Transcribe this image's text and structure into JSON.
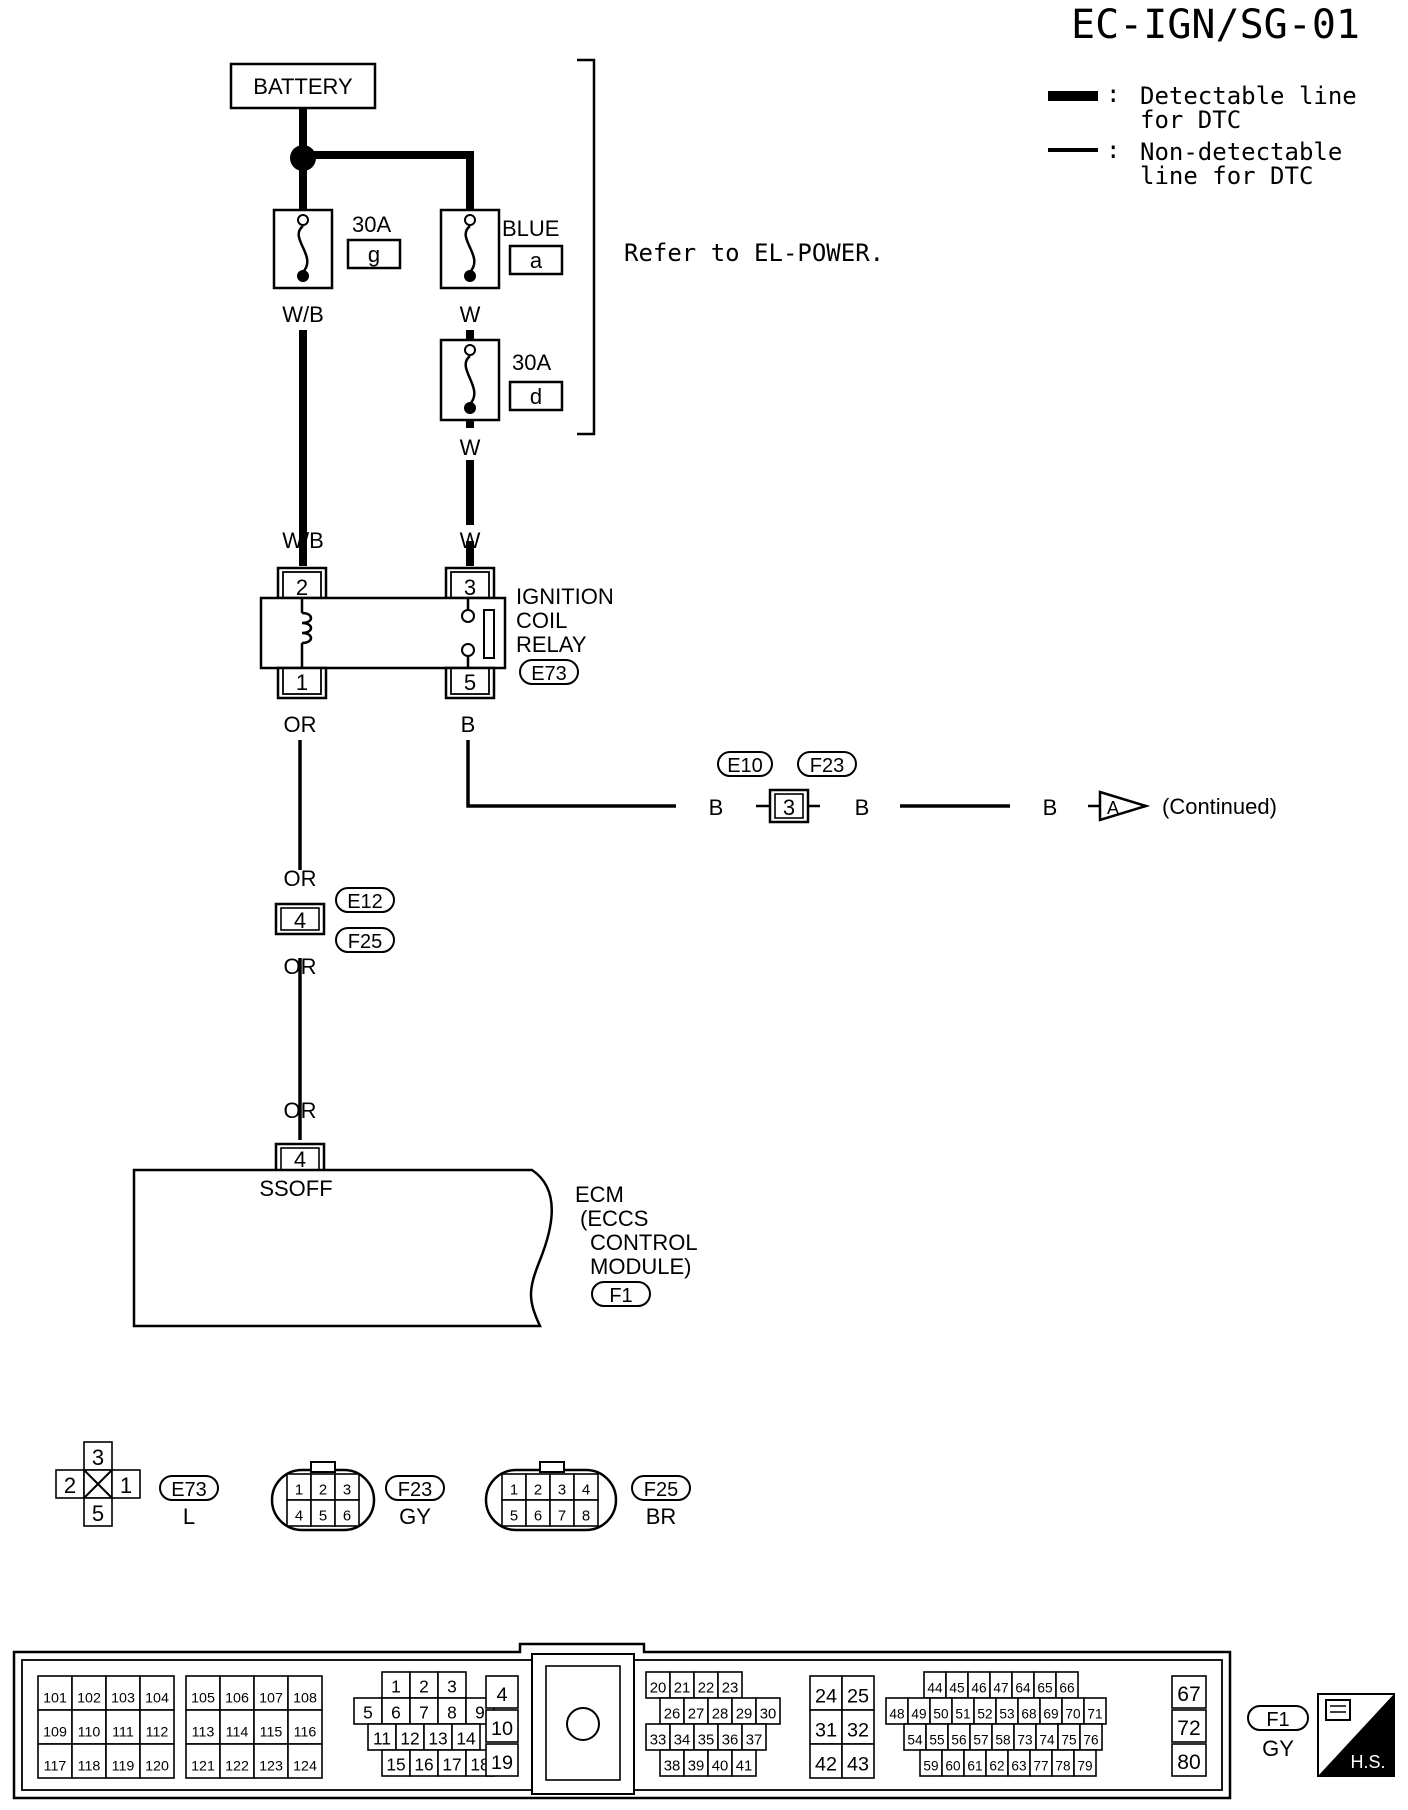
{
  "header": {
    "page_code": "EC-IGN/SG-01"
  },
  "legend": {
    "detectable": {
      "sep": ":",
      "line1": "Detectable line",
      "line2": "for DTC"
    },
    "non_detectable": {
      "sep": ":",
      "line1": "Non-detectable",
      "line2": "line for DTC"
    }
  },
  "battery": {
    "label": "BATTERY"
  },
  "refer_note": "Refer to EL-POWER.",
  "fuses": {
    "left": {
      "rating": "30A",
      "letter": "g"
    },
    "right_top": {
      "rating": "BLUE",
      "letter": "a"
    },
    "right_mid": {
      "rating": "30A",
      "letter": "d"
    }
  },
  "wire_colors": {
    "left_below_fuse": "W/B",
    "left_at_relay": "W/B",
    "right_below_fuse1": "W",
    "right_below_fuse2": "W",
    "right_at_relay": "W",
    "relay_pin1_out": "OR",
    "relay_pin5_out": "B",
    "or_above_e12": "OR",
    "or_below_e12": "OR",
    "or_at_ecm": "OR",
    "b_left": "B",
    "b_mid": "B",
    "b_right": "B"
  },
  "relay": {
    "name_line1": "IGNITION",
    "name_line2": "COIL",
    "name_line3": "RELAY",
    "connector": "E73",
    "pins": {
      "p2": "2",
      "p3": "3",
      "p1": "1",
      "p5": "5"
    }
  },
  "junction_e10_f23": {
    "c1": "E10",
    "c2": "F23",
    "pin": "3"
  },
  "continued": {
    "marker": "A",
    "text": "(Continued)"
  },
  "junction_e12_f25": {
    "c1": "E12",
    "c2": "F25",
    "pin": "4"
  },
  "ecm": {
    "pin": "4",
    "terminal": "SSOFF",
    "line1": "ECM",
    "line2": "(ECCS",
    "line3": "CONTROL",
    "line4": "MODULE)",
    "connector": "F1"
  },
  "connector_views": {
    "e73": {
      "id": "E73",
      "color": "L",
      "pins": [
        "3",
        "2",
        "1",
        "5"
      ]
    },
    "f23": {
      "id": "F23",
      "color": "GY",
      "row1": [
        "1",
        "2",
        "3"
      ],
      "row2": [
        "4",
        "5",
        "6"
      ]
    },
    "f25": {
      "id": "F25",
      "color": "BR",
      "row1": [
        "1",
        "2",
        "3",
        "4"
      ],
      "row2": [
        "5",
        "6",
        "7",
        "8"
      ]
    },
    "f1": {
      "id": "F1",
      "color": "GY"
    }
  },
  "ecm_connector": {
    "groupA": [
      [
        "101",
        "102",
        "103",
        "104"
      ],
      [
        "109",
        "110",
        "111",
        "112"
      ],
      [
        "117",
        "118",
        "119",
        "120"
      ]
    ],
    "groupB": [
      [
        "105",
        "106",
        "107",
        "108"
      ],
      [
        "113",
        "114",
        "115",
        "116"
      ],
      [
        "121",
        "122",
        "123",
        "124"
      ]
    ],
    "groupC": [
      [
        "1",
        "2",
        "3"
      ],
      [
        "5",
        "6",
        "7",
        "8",
        "9"
      ],
      [
        "11",
        "12",
        "13",
        "14"
      ],
      [
        "15",
        "16",
        "17",
        "18"
      ]
    ],
    "groupD": [
      "4",
      "10",
      "19"
    ],
    "groupE": [
      [
        "20",
        "21",
        "22",
        "23"
      ],
      [
        "26",
        "27",
        "28",
        "29",
        "30"
      ],
      [
        "33",
        "34",
        "35",
        "36",
        "37"
      ],
      [
        "38",
        "39",
        "40",
        "41"
      ]
    ],
    "groupF": [
      [
        "24",
        "25"
      ],
      [
        "31",
        "32"
      ],
      [
        "42",
        "43"
      ]
    ],
    "groupG": [
      [
        "44",
        "45",
        "46",
        "47",
        "64",
        "65",
        "66"
      ],
      [
        "48",
        "49",
        "50",
        "51",
        "52",
        "53",
        "68",
        "69",
        "70",
        "71"
      ],
      [
        "54",
        "55",
        "56",
        "57",
        "58",
        "73",
        "74",
        "75",
        "76"
      ],
      [
        "59",
        "60",
        "61",
        "62",
        "63",
        "77",
        "78",
        "79"
      ]
    ],
    "groupH": [
      "67",
      "72",
      "80"
    ]
  },
  "hs_badge": {
    "label": "H.S."
  }
}
